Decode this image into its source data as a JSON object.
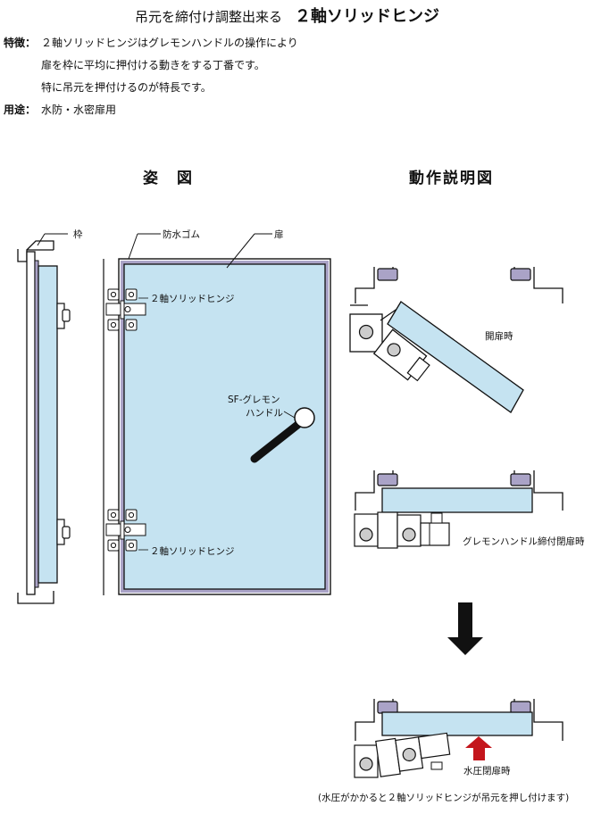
{
  "header": {
    "title_prefix": "吊元を締付け調整出来る",
    "title_main": "２軸ソリッドヒンジ"
  },
  "features": {
    "feature_label": "特徴：",
    "feature_lines": [
      "２軸ソリッドヒンジはグレモンハンドルの操作により",
      "扉を枠に平均に押付ける動きをする丁番です。",
      "特に吊元を押付けるのが特長です。"
    ],
    "use_label": "用途：",
    "use_text": "水防・水密扉用"
  },
  "sections": {
    "view": "姿　図",
    "operation": "動作説明図"
  },
  "labels": {
    "frame": "枠",
    "rubber": "防水ゴム",
    "door": "扉",
    "hinge_top": "２軸ソリッドヒンジ",
    "hinge_bottom": "２軸ソリッドヒンジ",
    "handle_line1": "SF-グレモン",
    "handle_line2": "ハンドル",
    "state_open": "開扉時",
    "state_closed": "グレモンハンドル締付閉扉時",
    "state_pressure": "水圧閉扉時",
    "footnote": "(水圧がかかると２軸ソリッドヒンジが吊元を押し付けます)"
  },
  "colors": {
    "door_fill": "#c5e3f1",
    "gasket": "#aaa3c7",
    "arrow_red": "#c4161c",
    "line": "#111111"
  }
}
